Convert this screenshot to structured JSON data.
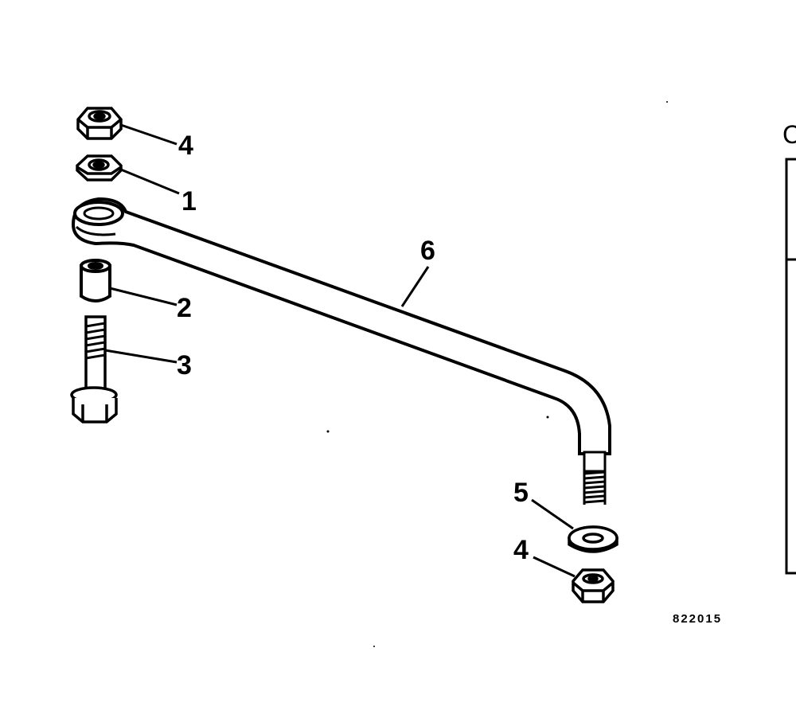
{
  "callouts": {
    "nut_top": "4",
    "washer_top": "1",
    "spacer": "2",
    "bolt": "3",
    "link_rod": "6",
    "washer_bottom": "5",
    "nut_bottom": "4"
  },
  "figure_number": "822015",
  "cut_off_letter": "C",
  "colors": {
    "ink": "#000000",
    "paper": "#ffffff"
  }
}
